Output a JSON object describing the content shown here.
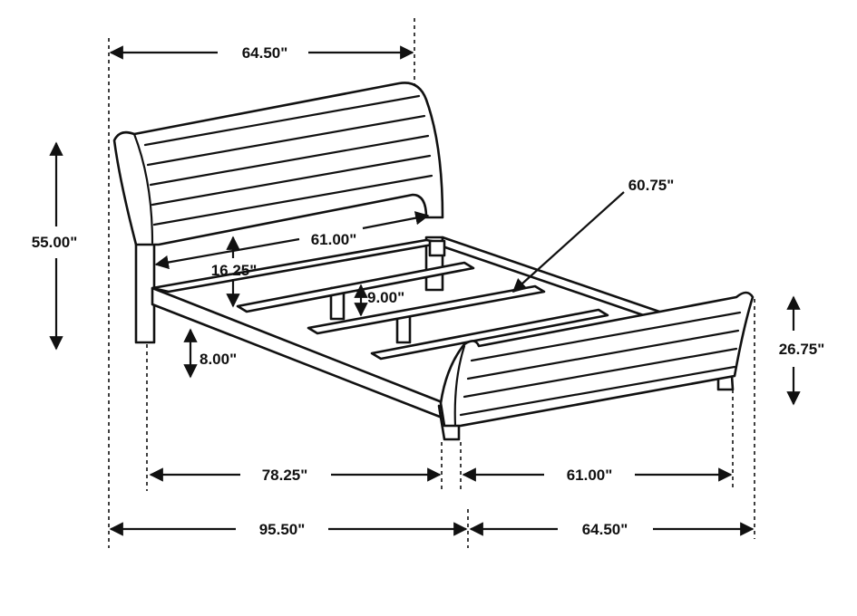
{
  "diagram": {
    "labels": {
      "top_width": "64.50\"",
      "headboard_height": "55.00\"",
      "inner_width_head": "61.00\"",
      "headboard_panel_height": "16.25\"",
      "slat_clearance": "9.00\"",
      "floor_clearance": "8.00\"",
      "diagonal": "60.75\"",
      "footboard_height": "26.75\"",
      "inner_length": "78.25\"",
      "inner_width_foot": "61.00\"",
      "overall_length": "95.50\"",
      "overall_width": "64.50\""
    }
  }
}
